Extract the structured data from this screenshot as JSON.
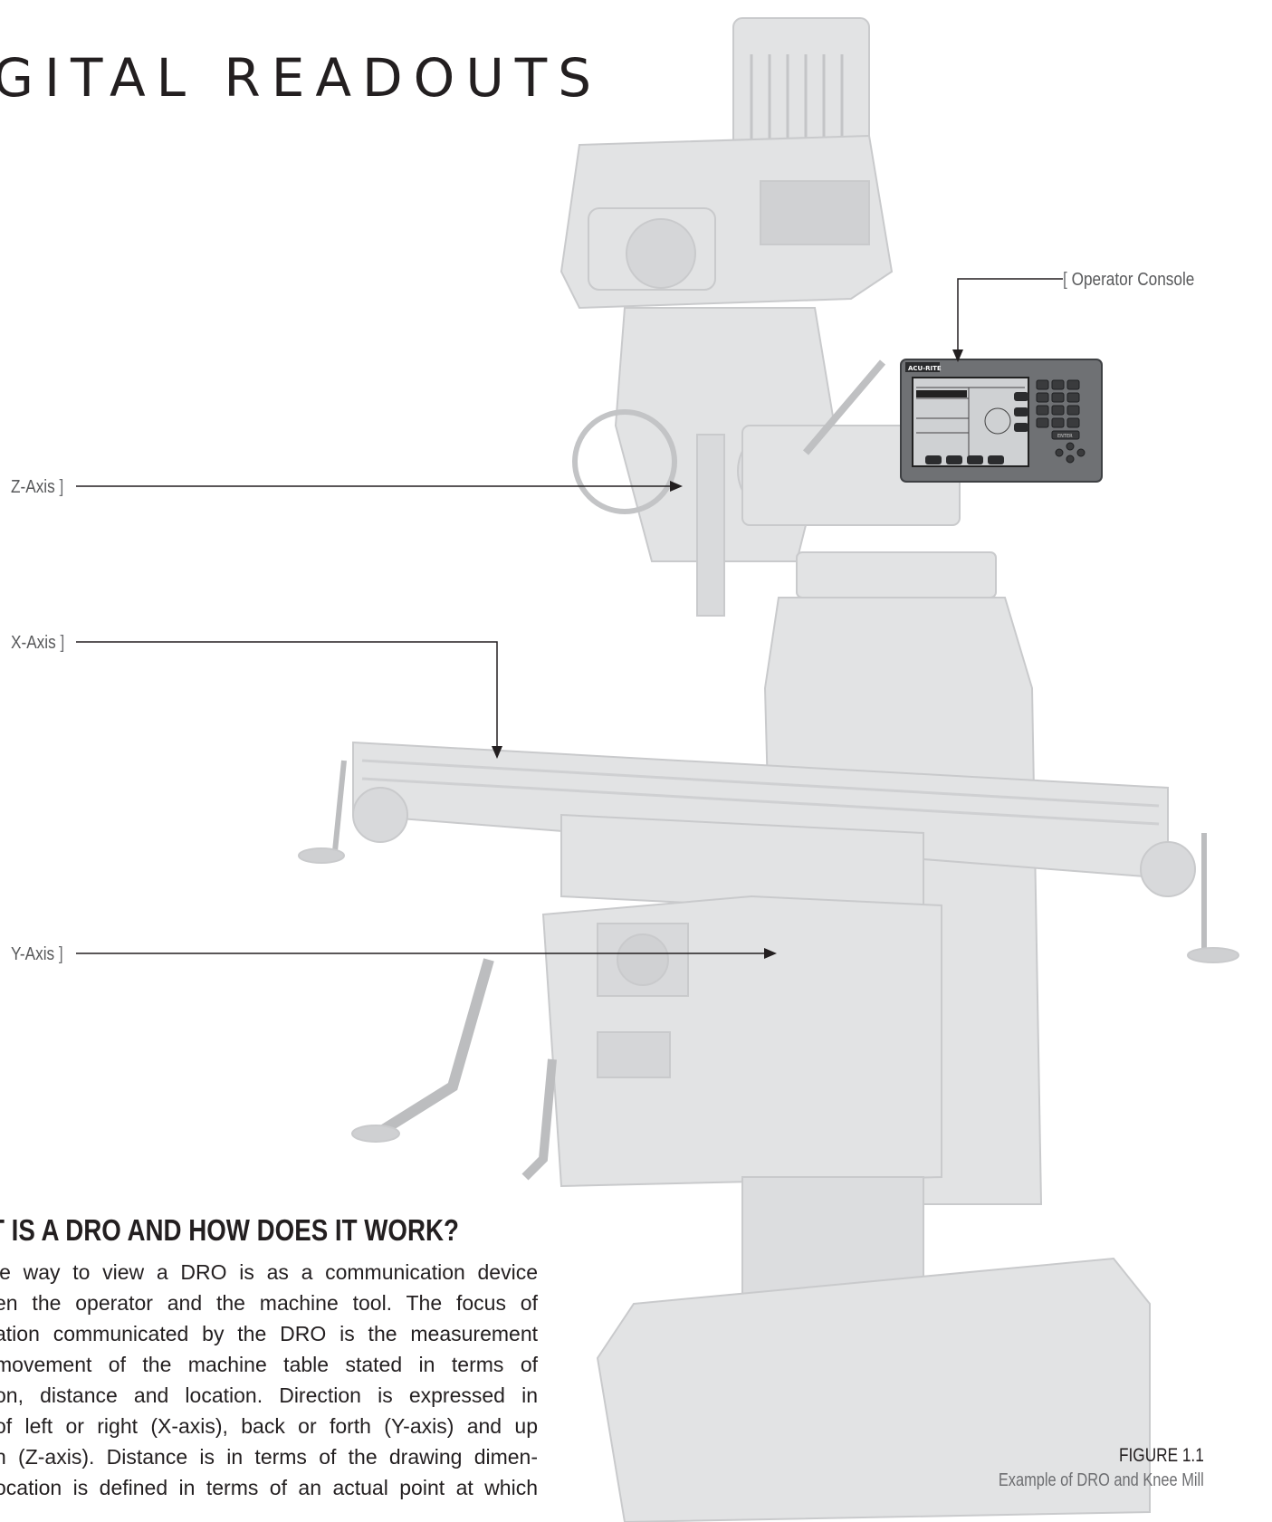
{
  "header": {
    "title": "GITAL READOUTS"
  },
  "figure": {
    "callouts": {
      "operator_console": "Operator Console",
      "z_axis": "Z-Axis",
      "x_axis": "X-Axis",
      "y_axis": "Y-Axis"
    },
    "console_brand": "ACU-RITE",
    "console_enter_key": "ENTER",
    "caption_number": "FIGURE 1.1",
    "caption_text": "Example of DRO and Knee Mill"
  },
  "section": {
    "heading": "T IS A DRO AND HOW DOES IT WORK?",
    "lines": [
      "le way to view a DRO is as a communication device",
      "en the operator and the machine tool. The focus of",
      "ation communicated by the DRO is the measurement",
      "movement of the machine table stated in terms of",
      "on, distance and location. Direction is expressed in",
      "of left or right (X-axis), back or forth (Y-axis) and up",
      "n (Z-axis). Distance is in terms of the drawing dimen-",
      "ocation is defined in terms of an actual point at which"
    ]
  }
}
